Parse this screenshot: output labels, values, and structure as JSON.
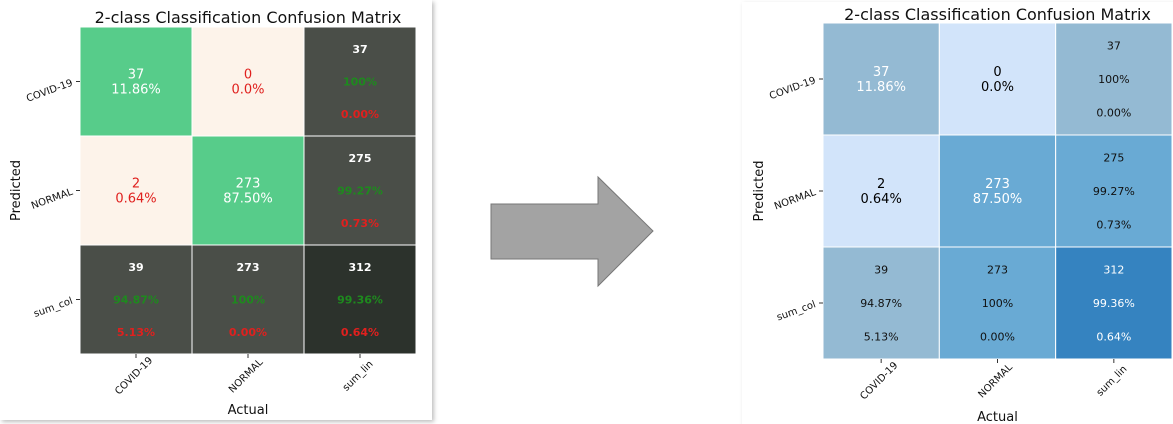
{
  "chart_data": [
    {
      "type": "heatmap",
      "title": "2-class Classification Confusion Matrix",
      "xlabel": "Actual",
      "ylabel": "Predicted",
      "x_tick_labels": [
        "COVID-19",
        "NORMAL",
        "sum_lin"
      ],
      "y_tick_labels": [
        "COVID-19",
        "NORMAL",
        "sum_col"
      ],
      "cells": [
        [
          {
            "lines": [
              "37",
              "11.86%"
            ],
            "kind": "main",
            "color": "#57cc8a",
            "text_color": "#ffffff"
          },
          {
            "lines": [
              "0",
              "0.0%"
            ],
            "kind": "main",
            "color": "#fdf3ea",
            "text_color": "#e0201e"
          },
          {
            "lines": [
              "37",
              "100%",
              "0.00%"
            ],
            "kind": "sum",
            "color": "#4a4e48",
            "text_colors": [
              "#ffffff",
              "#1e8a1e",
              "#e0201e"
            ]
          }
        ],
        [
          {
            "lines": [
              "2",
              "0.64%"
            ],
            "kind": "main",
            "color": "#fdf3ea",
            "text_color": "#e0201e"
          },
          {
            "lines": [
              "273",
              "87.50%"
            ],
            "kind": "main",
            "color": "#57cc8a",
            "text_color": "#ffffff"
          },
          {
            "lines": [
              "275",
              "99.27%",
              "0.73%"
            ],
            "kind": "sum",
            "color": "#4a4e48",
            "text_colors": [
              "#ffffff",
              "#1e8a1e",
              "#e0201e"
            ]
          }
        ],
        [
          {
            "lines": [
              "39",
              "94.87%",
              "5.13%"
            ],
            "kind": "sum",
            "color": "#4a4e48",
            "text_colors": [
              "#ffffff",
              "#1e8a1e",
              "#e0201e"
            ]
          },
          {
            "lines": [
              "273",
              "100%",
              "0.00%"
            ],
            "kind": "sum",
            "color": "#4a4e48",
            "text_colors": [
              "#ffffff",
              "#1e8a1e",
              "#e0201e"
            ]
          },
          {
            "lines": [
              "312",
              "99.36%",
              "0.64%"
            ],
            "kind": "sum",
            "color": "#2c322c",
            "text_colors": [
              "#ffffff",
              "#1e8a1e",
              "#e0201e"
            ]
          }
        ]
      ]
    },
    {
      "type": "heatmap",
      "title": "2-class Classification Confusion Matrix",
      "xlabel": "Actual",
      "ylabel": "Predicted",
      "x_tick_labels": [
        "COVID-19",
        "NORMAL",
        "sum_lin"
      ],
      "y_tick_labels": [
        "COVID-19",
        "NORMAL",
        "sum_col"
      ],
      "cells": [
        [
          {
            "lines": [
              "37",
              "11.86%"
            ],
            "kind": "main",
            "color": "#94bad3",
            "text_color": "#ffffff"
          },
          {
            "lines": [
              "0",
              "0.0%"
            ],
            "kind": "main",
            "color": "#d2e4fa",
            "text_color": "#000000"
          },
          {
            "lines": [
              "37",
              "100%",
              "0.00%"
            ],
            "kind": "sum",
            "color": "#94bad3",
            "text_colors": [
              "#111111",
              "#111111",
              "#111111"
            ]
          }
        ],
        [
          {
            "lines": [
              "2",
              "0.64%"
            ],
            "kind": "main",
            "color": "#d2e4fa",
            "text_color": "#000000"
          },
          {
            "lines": [
              "273",
              "87.50%"
            ],
            "kind": "main",
            "color": "#69aad4",
            "text_color": "#ffffff"
          },
          {
            "lines": [
              "275",
              "99.27%",
              "0.73%"
            ],
            "kind": "sum",
            "color": "#69aad4",
            "text_colors": [
              "#111111",
              "#111111",
              "#111111"
            ]
          }
        ],
        [
          {
            "lines": [
              "39",
              "94.87%",
              "5.13%"
            ],
            "kind": "sum",
            "color": "#94bad3",
            "text_colors": [
              "#111111",
              "#111111",
              "#111111"
            ]
          },
          {
            "lines": [
              "273",
              "100%",
              "0.00%"
            ],
            "kind": "sum",
            "color": "#69aad4",
            "text_colors": [
              "#111111",
              "#111111",
              "#111111"
            ]
          },
          {
            "lines": [
              "312",
              "99.36%",
              "0.64%"
            ],
            "kind": "sum",
            "color": "#3583c0",
            "text_colors": [
              "#ffffff",
              "#ffffff",
              "#ffffff"
            ]
          }
        ]
      ]
    }
  ],
  "arrow": {
    "fill": "#a3a3a3",
    "stroke": "#777777"
  }
}
